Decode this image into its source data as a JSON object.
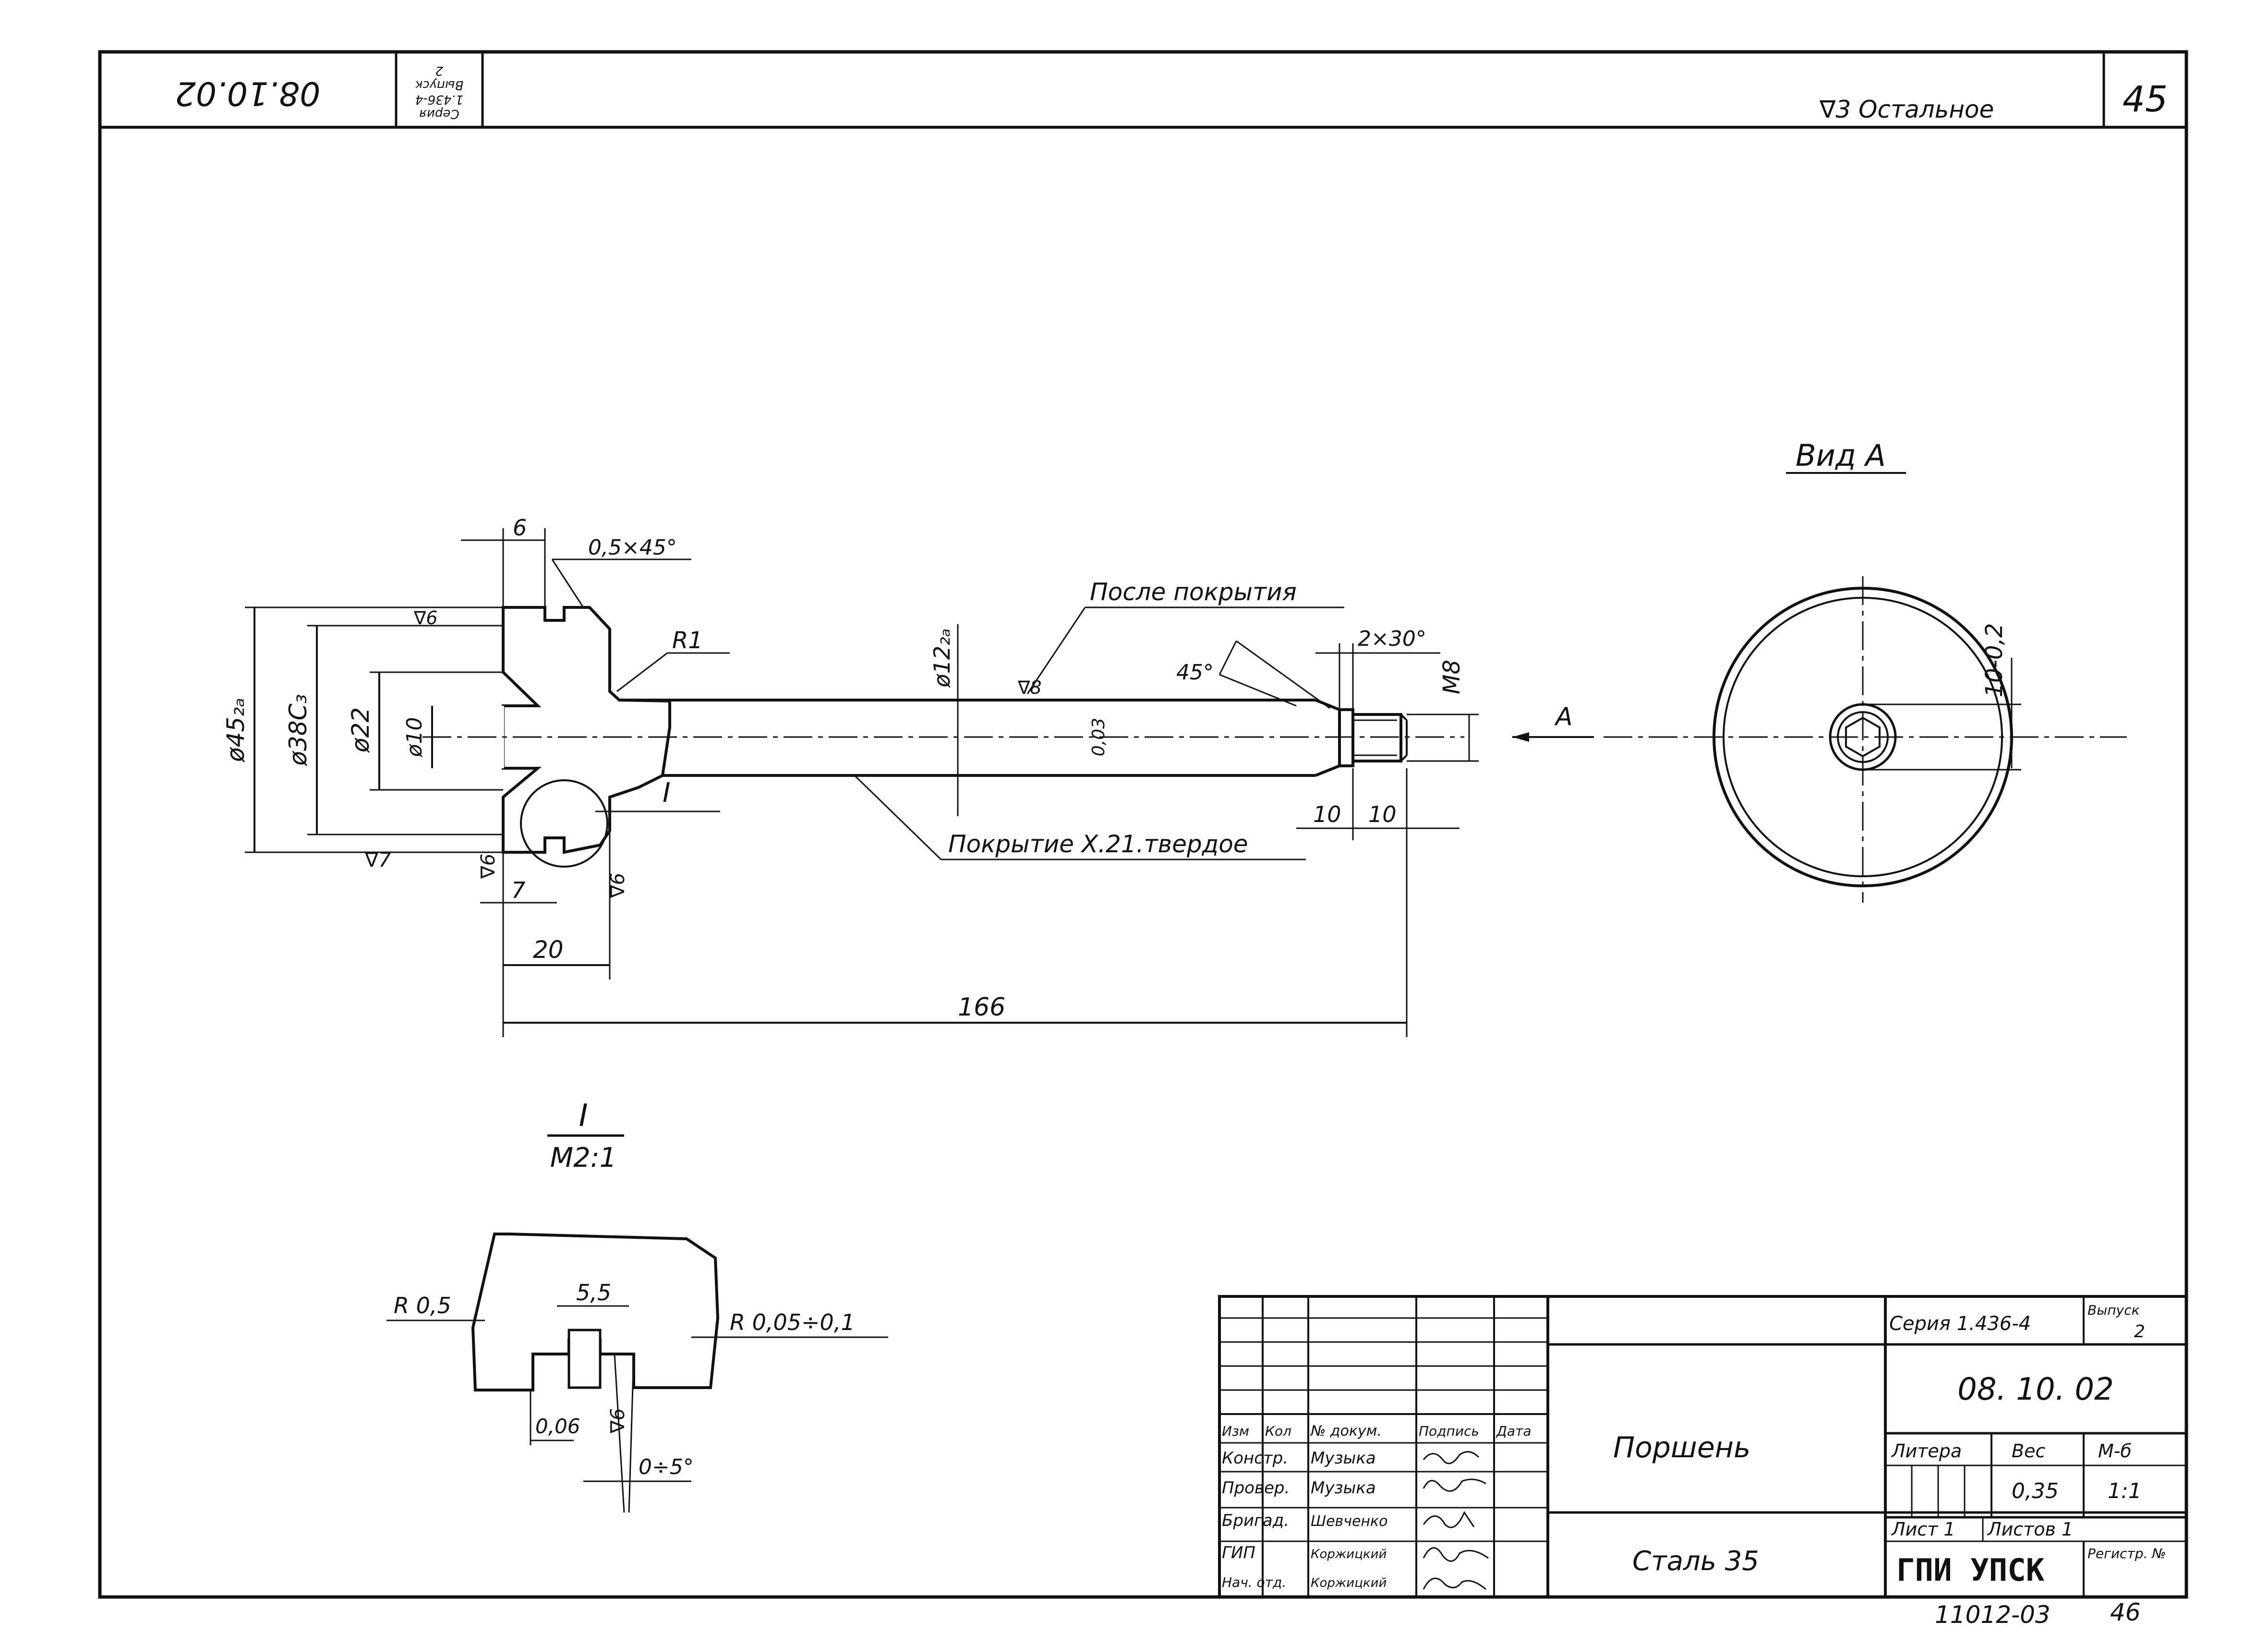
{
  "header": {
    "rotated_code": "08.10.02",
    "rotated_stamp": [
      "Серия",
      "1.436-4",
      "Выпуск",
      "2"
    ],
    "roughness_note": "∇3 Остальное",
    "page_number": "45"
  },
  "main_view": {
    "dims": {
      "d45": "ø45₂ₐ",
      "d38": "ø38С₃",
      "d22": "ø22",
      "d10": "ø10",
      "w6": "6",
      "chamfer": "0,5×45°",
      "r1": "R1",
      "rough6_top": "∇6",
      "rough7": "∇7",
      "rough6_bot": "∇6",
      "rough6_side": "∇6",
      "w7": "7",
      "w20": "20",
      "total166": "166",
      "d12": "ø12₂ₐ",
      "rough8": "∇8",
      "runout": "0,03",
      "after_coating": "После покрытия",
      "coating": "Покрытие Х.21.твердое",
      "angle45": "45°",
      "chamfer2": "2×30°",
      "thread": "М8",
      "len10a": "10",
      "len10b": "10",
      "section_mark": "I",
      "view_arrow": "А"
    }
  },
  "view_a": {
    "title": "Вид А",
    "dim": "10-0,2"
  },
  "detail": {
    "title": "I",
    "scale": "М2:1",
    "r05": "R 0,5",
    "w55": "5,5",
    "r005": "R 0,05÷0,1",
    "d006": "0,06",
    "rough6": "∇6",
    "angle": "0÷5°"
  },
  "title_block": {
    "col_headers": [
      "Изм",
      "Кол",
      "№ докум.",
      "Подпись",
      "Дата"
    ],
    "roles": [
      {
        "role": "Констр.",
        "name": "Музыка"
      },
      {
        "role": "Провер.",
        "name": "Музыка"
      },
      {
        "role": "Бригад.",
        "name": "Шевченко"
      },
      {
        "role": "ГИП",
        "name": "Коржицкий"
      },
      {
        "role": "Нач. отд.",
        "name": "Коржицкий"
      }
    ],
    "series": "Серия 1.436-4",
    "issue_label": "Выпуск",
    "issue_value": "2",
    "doc_code": "08. 10. 02",
    "part_name": "Поршень",
    "material": "Сталь 35",
    "litera_label": "Литера",
    "weight_label": "Вес",
    "scale_label": "М-б",
    "weight_value": "0,35",
    "scale_value": "1:1",
    "sheet_label": "Лист 1",
    "sheets_label": "Листов 1",
    "org": "ГПИ УПСК",
    "reg_label": "Регистр. №",
    "footer_code": "11012-03",
    "footer_num": "46"
  }
}
